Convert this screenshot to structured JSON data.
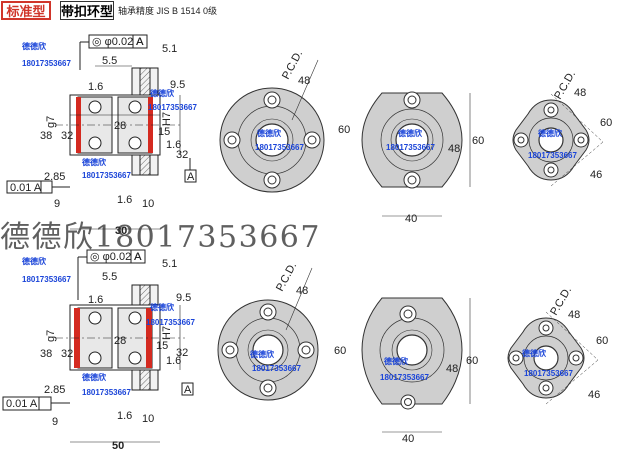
{
  "header": {
    "tag_standard": "标准型",
    "tag_type": "带扣环型",
    "spec_text": "轴承精度   JIS   B    1514 0级"
  },
  "watermark": {
    "overlay": "德德欣18017353667",
    "small_name": "德德欣",
    "small_phone": "18017353667"
  },
  "dimensions": {
    "flatness": "◎ φ0.02 A",
    "datum_a": "A",
    "runout": "0.01 A",
    "d_5_1": "5.1",
    "d_5_5": "5.5",
    "d_9_5": "9.5",
    "d_38": "38",
    "d_32": "32",
    "d_28": "28",
    "d_15": "15",
    "d_2_85": "2.85",
    "d_9": "9",
    "d_10": "10",
    "g7": "g7",
    "h7": "H7",
    "rough_16": "1.6",
    "len_top": "30",
    "len_bottom": "50",
    "pcd": "P.C.D.",
    "d_48": "48",
    "d_60": "60",
    "d_40": "40",
    "d_46": "46"
  },
  "colors": {
    "bearing_red": "#d42a20",
    "line": "#2a2a2a",
    "blue_text": "#1a44d8",
    "shade": "#cfcfcf"
  }
}
